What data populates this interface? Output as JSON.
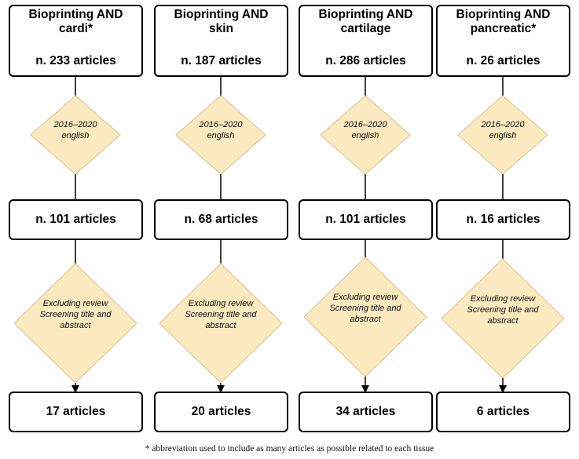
{
  "columns": [
    {
      "query_lines": [
        "Bioprinting AND",
        "cardi*"
      ],
      "total": "n. 233 articles",
      "filter_lines": [
        "2016–2020",
        "english"
      ],
      "filtered": "n. 101 articles",
      "screen_lines": [
        "Excluding review",
        "Screening title and",
        "abstract"
      ],
      "final": "17 articles"
    },
    {
      "query_lines": [
        "Bioprinting AND",
        "skin"
      ],
      "total": "n. 187 articles",
      "filter_lines": [
        "2016–2020",
        "english"
      ],
      "filtered": "n. 68 articles",
      "screen_lines": [
        "Excluding review",
        "Screening title and",
        "abstract"
      ],
      "final": "20 articles"
    },
    {
      "query_lines": [
        "Bioprinting AND",
        "cartilage"
      ],
      "total": "n. 286 articles",
      "filter_lines": [
        "2016–2020",
        "english"
      ],
      "filtered": "n. 101 articles",
      "screen_lines": [
        "Excluding review",
        "Screening title and",
        "abstract"
      ],
      "final": "34 articles"
    },
    {
      "query_lines": [
        "Bioprinting AND",
        "pancreatic*"
      ],
      "total": "n. 26 articles",
      "filter_lines": [
        "2016–2020",
        "english"
      ],
      "filtered": "n. 16 articles",
      "screen_lines": [
        "Excluding review",
        "Screening title and",
        "abstract"
      ],
      "final": "6 articles"
    }
  ],
  "footnote": "* abbreviation used to include as many articles as possible related to each tissue",
  "colors": {
    "box_border": "#000000",
    "diamond_fill": "#fbe9c0",
    "diamond_stroke": "#d9c28a",
    "connector": "#000000"
  }
}
